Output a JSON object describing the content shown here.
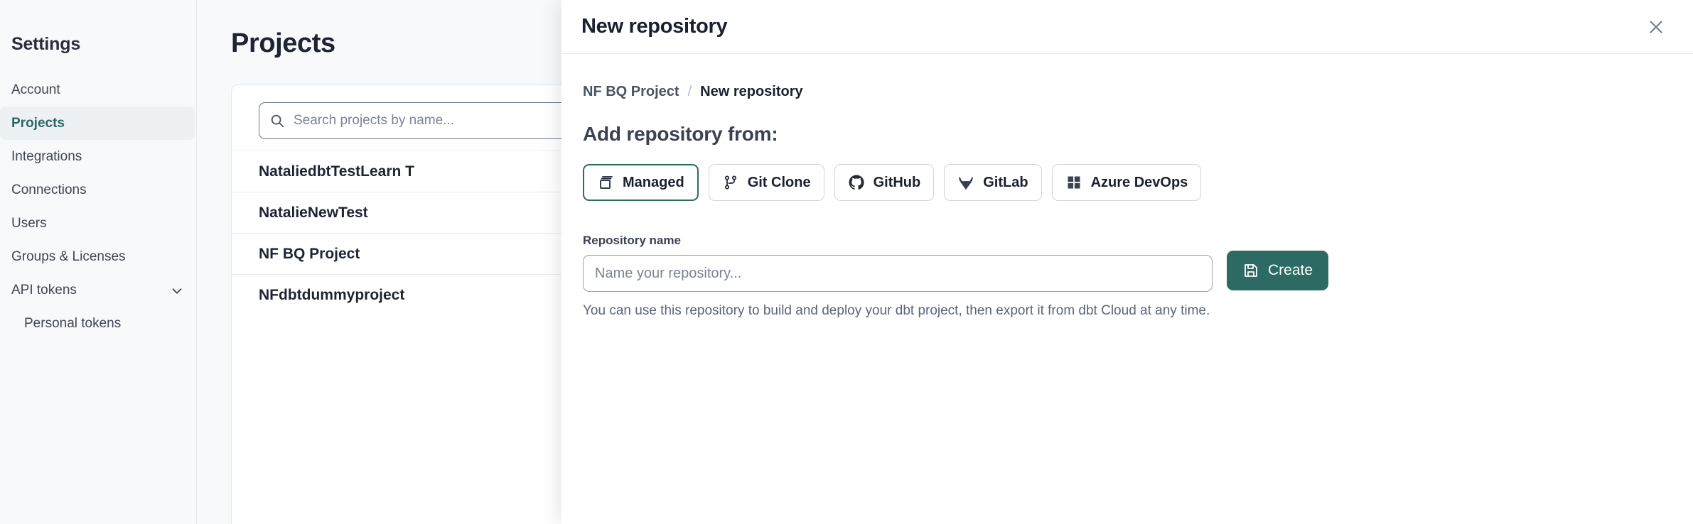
{
  "sidebar": {
    "title": "Settings",
    "items": [
      {
        "label": "Account",
        "active": false,
        "sub": false,
        "chevron": false
      },
      {
        "label": "Projects",
        "active": true,
        "sub": false,
        "chevron": false
      },
      {
        "label": "Integrations",
        "active": false,
        "sub": false,
        "chevron": false
      },
      {
        "label": "Connections",
        "active": false,
        "sub": false,
        "chevron": false
      },
      {
        "label": "Users",
        "active": false,
        "sub": false,
        "chevron": false
      },
      {
        "label": "Groups & Licenses",
        "active": false,
        "sub": false,
        "chevron": false
      },
      {
        "label": "API tokens",
        "active": false,
        "sub": false,
        "chevron": true
      },
      {
        "label": "Personal tokens",
        "active": false,
        "sub": true,
        "chevron": false
      }
    ]
  },
  "main": {
    "page_title": "Projects",
    "search": {
      "placeholder": "Search projects by name...",
      "value": "",
      "icon": "search-icon"
    },
    "projects": [
      {
        "name": "NataliedbtTestLearn T"
      },
      {
        "name": "NatalieNewTest"
      },
      {
        "name": "NF BQ Project"
      },
      {
        "name": "NFdbtdummyproject"
      }
    ]
  },
  "panel": {
    "title": "New repository",
    "close_icon": "close-icon",
    "breadcrumb": {
      "parent": "NF BQ Project",
      "separator": "/",
      "current": "New repository"
    },
    "section_heading": "Add repository from:",
    "sources": [
      {
        "label": "Managed",
        "icon": "database-stack-icon",
        "selected": true
      },
      {
        "label": "Git Clone",
        "icon": "git-branch-icon",
        "selected": false
      },
      {
        "label": "GitHub",
        "icon": "github-icon",
        "selected": false
      },
      {
        "label": "GitLab",
        "icon": "gitlab-icon",
        "selected": false
      },
      {
        "label": "Azure DevOps",
        "icon": "azure-devops-icon",
        "selected": false
      }
    ],
    "repository_name": {
      "label": "Repository name",
      "placeholder": "Name your repository...",
      "value": ""
    },
    "helper_text": "You can use this repository to build and deploy your dbt project, then export it from dbt Cloud at any time.",
    "create": {
      "label": "Create",
      "icon": "save-icon"
    }
  },
  "colors": {
    "accent": "#2c6a63",
    "text": "#1b2030",
    "muted": "#5c647a",
    "panel_bg": "#ffffff",
    "page_bg": "#f7f9fa",
    "border": "#e4e8ec"
  }
}
